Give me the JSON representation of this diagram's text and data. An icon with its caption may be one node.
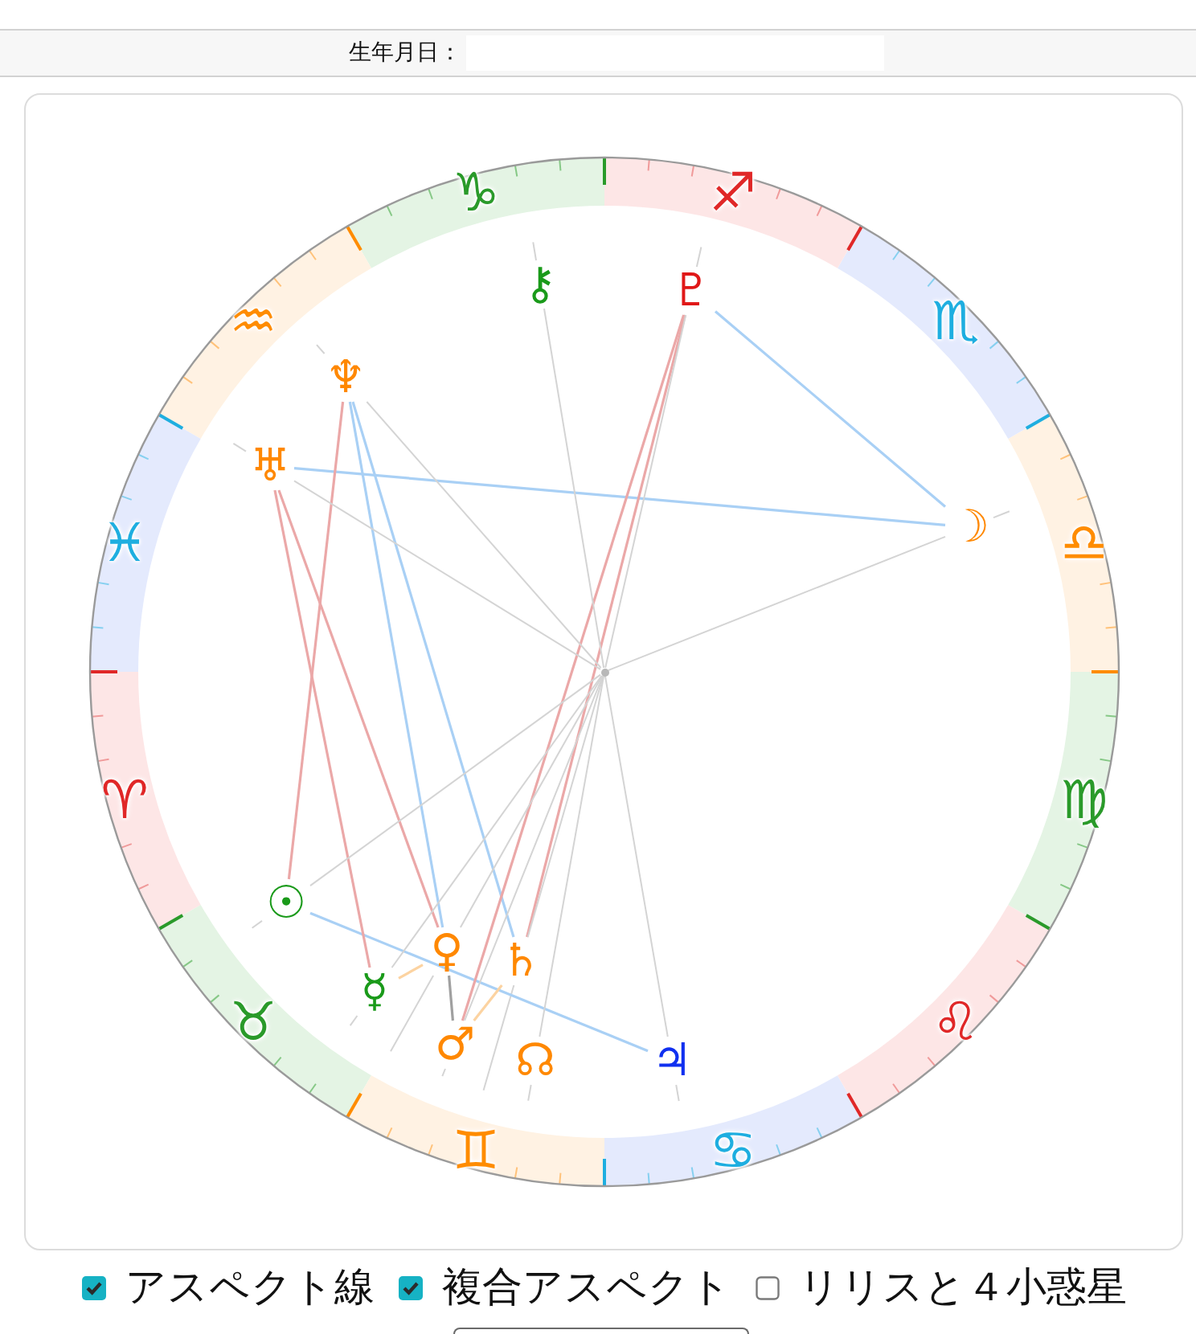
{
  "diagram": {
    "nodes": [
      {
        "text": [
          "⚷"
        ]
      },
      {
        "text": [
          "♇"
        ]
      },
      {
        "text": [
          "♆"
        ]
      },
      {
        "text": [
          "♅"
        ]
      },
      {
        "text": [
          "☽"
        ]
      },
      {
        "text": [
          "☉"
        ]
      },
      {
        "text": [
          "♀"
        ]
      },
      {
        "text": [
          "☿"
        ]
      },
      {
        "text": [
          "♄"
        ]
      },
      {
        "text": [
          "♂"
        ]
      },
      {
        "text": [
          "☊"
        ]
      },
      {
        "text": [
          "♃"
        ]
      },
      {
        "text": [],
        "shape": "circle"
      }
    ],
    "edges": [
      {
        "from": 1,
        "to": 4,
        "arrow": "none",
        "color": "#a9d0f5"
      },
      {
        "from": 3,
        "to": 4,
        "arrow": "none",
        "color": "#a9d0f5"
      },
      {
        "from": 2,
        "to": 6,
        "arrow": "none",
        "color": "#a9d0f5"
      },
      {
        "from": 2,
        "to": 8,
        "arrow": "none",
        "color": "#a9d0f5"
      },
      {
        "from": 5,
        "to": 11,
        "arrow": "none",
        "color": "#a9d0f5"
      },
      {
        "from": 2,
        "to": 5,
        "arrow": "none",
        "color": "#eba8a8"
      },
      {
        "from": 3,
        "to": 7,
        "arrow": "none",
        "color": "#eba8a8"
      },
      {
        "from": 3,
        "to": 6,
        "arrow": "none",
        "color": "#eba8a8"
      },
      {
        "from": 1,
        "to": 9,
        "arrow": "none",
        "color": "#eba8a8"
      },
      {
        "from": 1,
        "to": 8,
        "arrow": "none",
        "color": "#eba8a8"
      },
      {
        "from": 7,
        "to": 6,
        "arrow": "none",
        "color": "#fcd3a1"
      },
      {
        "from": 9,
        "to": 8,
        "arrow": "none",
        "color": "#fcd3a1"
      },
      {
        "from": 6,
        "to": 9,
        "arrow": "none",
        "color": "#a0a0a0"
      },
      {
        "from": 12,
        "to": 0,
        "arrow": "none"
      },
      {
        "from": 12,
        "to": 1,
        "arrow": "none"
      },
      {
        "from": 12,
        "to": 2,
        "arrow": "none"
      },
      {
        "from": 12,
        "to": 3,
        "arrow": "none"
      },
      {
        "from": 12,
        "to": 4,
        "arrow": "none"
      },
      {
        "from": 12,
        "to": 5,
        "arrow": "none"
      },
      {
        "from": 12,
        "to": 6,
        "arrow": "none"
      },
      {
        "from": 12,
        "to": 7,
        "arrow": "none"
      },
      {
        "from": 12,
        "to": 8,
        "arrow": "none"
      },
      {
        "from": 12,
        "to": 9,
        "arrow": "none"
      },
      {
        "from": 12,
        "to": 10,
        "arrow": "none"
      },
      {
        "from": 12,
        "to": 11,
        "arrow": "none"
      }
    ],
    "labels": [
      "生年月日：",
      "♑",
      "♐",
      "♒",
      "♏",
      "♓",
      "♎",
      "♈",
      "♍",
      "♉",
      "♌",
      "♊",
      "♋",
      "アスペクト線",
      "複合アスペクト",
      "リリスと４小惑星"
    ]
  }
}
